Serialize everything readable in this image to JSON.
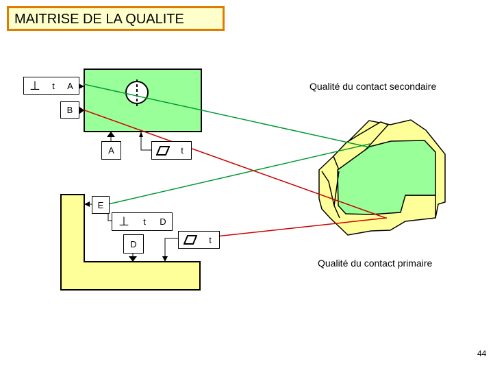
{
  "title": "MAITRISE DE LA QUALITE",
  "labels": {
    "secondary": "Qualité du contact secondaire",
    "primary": "Qualité du contact primaire"
  },
  "frame1": {
    "symbol": "⊥",
    "tol": "t",
    "datum": "A"
  },
  "datum_b": "B",
  "datum_a": "A",
  "frame2": {
    "tol": "t"
  },
  "datum_e": "E",
  "frame3": {
    "symbol": "⊥",
    "tol": "t",
    "datum": "D"
  },
  "datum_d": "D",
  "frame4": {
    "tol": "t"
  },
  "page_number": "44",
  "colors": {
    "green_fill": "#99ff99",
    "primary_line": "#cc0000",
    "secondary_line": "#009933",
    "block_fill": "#ffff99"
  }
}
